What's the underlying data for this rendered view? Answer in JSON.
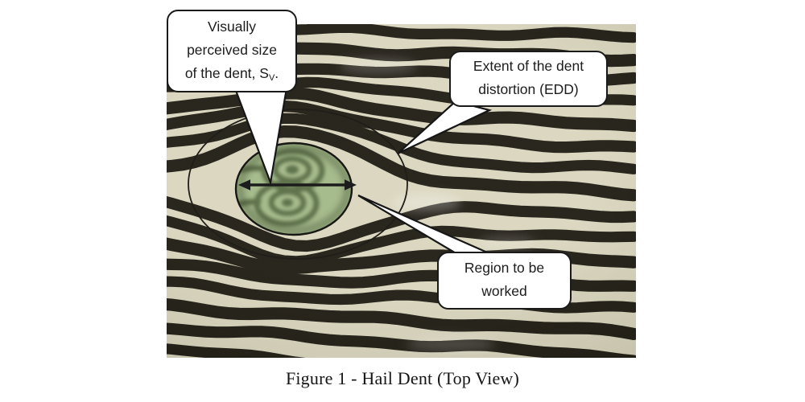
{
  "caption": "Figure 1 - Hail Dent (Top View)",
  "callouts": {
    "sv": {
      "line1": "Visually",
      "line2": "perceived size",
      "line3_pre": "of the dent, S",
      "line3_sub": "V",
      "line3_post": "."
    },
    "edd": {
      "line1": "Extent of the dent",
      "line2": "distortion (EDD)"
    },
    "region": {
      "line1": "Region to be",
      "line2": "worked"
    }
  },
  "colors": {
    "photo_cream": "#d9d5bd",
    "stripe_dark": "#1e1b12",
    "dent_green": "#a2b887",
    "dent_ring": "#51653c",
    "annotation_ink": "#101010",
    "callout_border": "#1a1a1a"
  }
}
